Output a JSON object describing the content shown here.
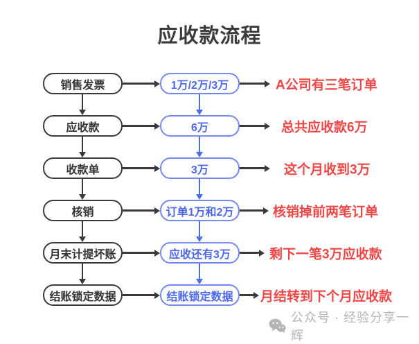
{
  "title": "应收款流程",
  "colors": {
    "line_dark": "#3a3a3a",
    "accent_blue": "#4d68e8",
    "accent_blue_light": "#7488f2",
    "accent_red": "#ee4545",
    "watermark_gray": "#b5b5b5"
  },
  "rows": [
    {
      "left": "销售发票",
      "mid": "1万/2万/3万",
      "note": "A公司有三笔订单"
    },
    {
      "left": "应收款",
      "mid": "6万",
      "note": "总共应收款6万"
    },
    {
      "left": "收款单",
      "mid": "3万",
      "note": "这个月收到3万"
    },
    {
      "left": "核销",
      "mid": "订单1万和2万",
      "note": "核销掉前两笔订单"
    },
    {
      "left": "月末计提坏账",
      "mid": "应收还有3万",
      "note": "剩下一笔3万应收款"
    },
    {
      "left": "结账锁定数据",
      "mid": "结账锁定数据",
      "note": "月结转到下个月应收款"
    }
  ],
  "footer": {
    "icon": "wechat-icon",
    "text": "公众号 · 经验分享一辉"
  }
}
